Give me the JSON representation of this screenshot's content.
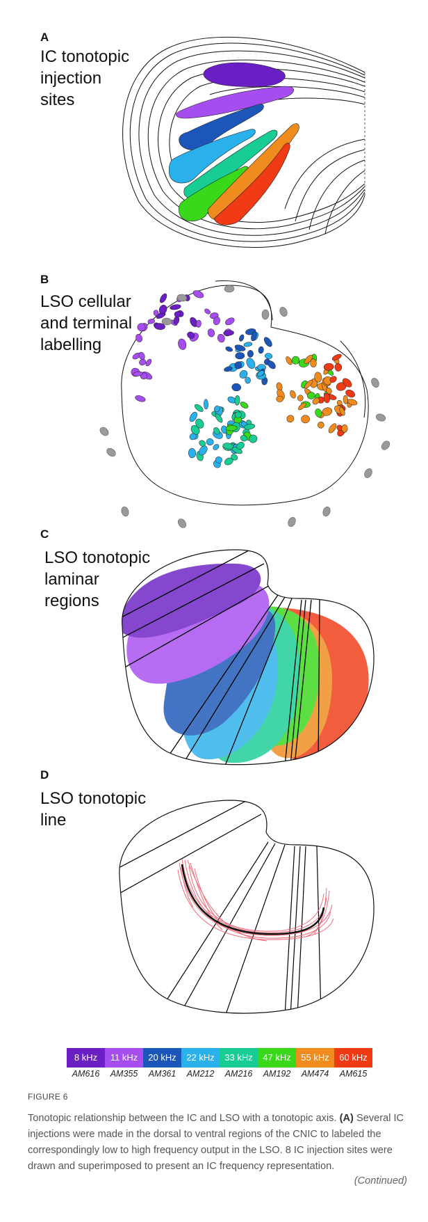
{
  "panels": [
    {
      "letter": "A",
      "title": "IC tonotopic\ninjection\nsites"
    },
    {
      "letter": "B",
      "title": "LSO cellular\nand terminal\nlabelling"
    },
    {
      "letter": "C",
      "title": "LSO tonotopic\nlaminar\nregions"
    },
    {
      "letter": "D",
      "title": "LSO tonotopic\nline"
    }
  ],
  "legend": [
    {
      "freq": "8 kHz",
      "id": "AM616",
      "color": "#6a1fc4"
    },
    {
      "freq": "11 kHz",
      "id": "AM355",
      "color": "#a64df0"
    },
    {
      "freq": "20 kHz",
      "id": "AM361",
      "color": "#1b56b8"
    },
    {
      "freq": "22 kHz",
      "id": "AM212",
      "color": "#2ab0ea"
    },
    {
      "freq": "33 kHz",
      "id": "AM216",
      "color": "#18cc96"
    },
    {
      "freq": "47 kHz",
      "id": "AM192",
      "color": "#3ad81a"
    },
    {
      "freq": "55 kHz",
      "id": "AM474",
      "color": "#f08c1e"
    },
    {
      "freq": "60 kHz",
      "id": "AM615",
      "color": "#f03a14"
    }
  ],
  "figure_label": "FIGURE 6",
  "caption": {
    "sentence1": "Tonotopic relationship between the IC and LSO with a tonotopic axis.",
    "tag": "(A)",
    "sentence2": "Several IC injections were made in the dorsal to ventral regions of the CNIC to labeled the correspondingly low to high frequency output in the LSO. 8 IC injection sites were drawn and superimposed to present an IC frequency representation."
  },
  "continued": "(Continued)"
}
